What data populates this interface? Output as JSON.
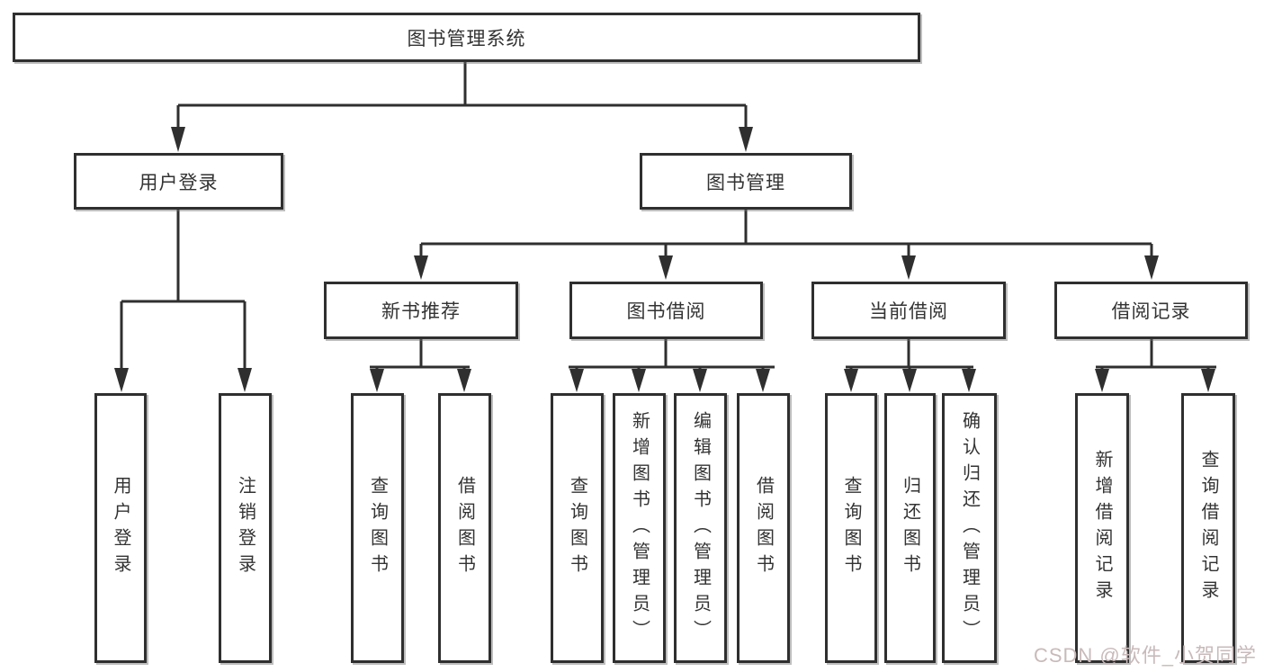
{
  "title": {
    "label": "图书管理系统"
  },
  "tree": {
    "user_login": {
      "label": "用户登录",
      "children": [
        {
          "label": "用户登录"
        },
        {
          "label": "注销登录"
        }
      ]
    },
    "book_mgmt": {
      "label": "图书管理",
      "children": [
        {
          "label": "新书推荐",
          "children": [
            {
              "label": "查询图书"
            },
            {
              "label": "借阅图书"
            }
          ]
        },
        {
          "label": "图书借阅",
          "children": [
            {
              "label": "查询图书"
            },
            {
              "label": "新增图书（管理员）"
            },
            {
              "label": "编辑图书（管理员）"
            },
            {
              "label": "借阅图书"
            }
          ]
        },
        {
          "label": "当前借阅",
          "children": [
            {
              "label": "查询图书"
            },
            {
              "label": "归还图书"
            },
            {
              "label": "确认归还（管理员）"
            }
          ]
        },
        {
          "label": "借阅记录",
          "children": [
            {
              "label": "新增借阅记录"
            },
            {
              "label": "查询借阅记录"
            }
          ]
        }
      ]
    }
  },
  "watermark": {
    "text": "CSDN @软件_小贺同学"
  },
  "colors": {
    "line": "#2f2f2f",
    "text": "#333333",
    "box_fill": "#ffffff",
    "watermark": "#c9baba",
    "background": "#ffffff"
  }
}
